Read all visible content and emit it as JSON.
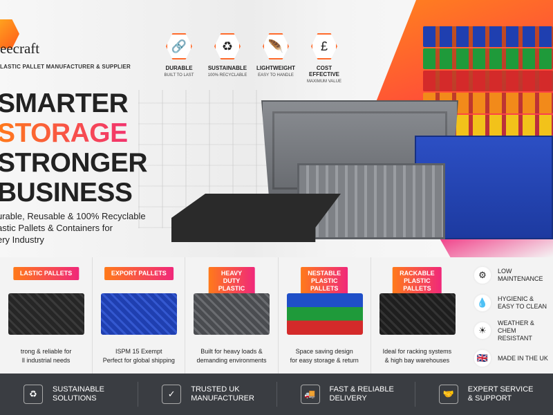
{
  "brand": {
    "name": "eecraft",
    "tagline": "LASTIC PALLET MANUFACTURER & SUPPLIER"
  },
  "features": [
    {
      "title": "DURABLE",
      "subtitle": "BUILT TO LAST",
      "icon": "chain-link-icon",
      "glyph": "🔗"
    },
    {
      "title": "SUSTAINABLE",
      "subtitle": "100% RECYCLABLE",
      "icon": "recycle-icon",
      "glyph": "♻"
    },
    {
      "title": "LIGHTWEIGHT",
      "subtitle": "EASY TO HANDLE",
      "icon": "feather-icon",
      "glyph": "🪶"
    },
    {
      "title": "COST EFFECTIVE",
      "subtitle": "MAXIMUM VALUE",
      "icon": "pound-icon",
      "glyph": "£"
    }
  ],
  "headline": {
    "line1": "SMARTER",
    "line2": "STORAGE",
    "line3": "STRONGER",
    "line4": "BUSINESS"
  },
  "subline": {
    "line1": "urable, Reusable & 100% Recyclable",
    "line2": "astic Pallets & Containers for",
    "line3": "ery Industry"
  },
  "products": [
    {
      "label": "LASTIC PALLETS",
      "desc1": "trong & reliable for",
      "desc2": "ll industrial needs",
      "color": "#262626"
    },
    {
      "label": "EXPORT PALLETS",
      "desc1": "ISPM 15 Exempt",
      "desc2": "Perfect for global shipping",
      "color": "#1f3fb0"
    },
    {
      "label": "HEAVY DUTY\nPLASTIC PALLETS",
      "desc1": "Built for heavy loads &",
      "desc2": "demanding environments",
      "color": "#4a4c50"
    },
    {
      "label": "NESTABLE\nPLASTIC PALLETS",
      "desc1": "Space saving design",
      "desc2": "for easy storage & return",
      "color": "#1f4fc8"
    },
    {
      "label": "RACKABLE\nPLASTIC PALLETS",
      "desc1": "Ideal for racking systems",
      "desc2": "& high bay warehouses",
      "color": "#1e1e1e"
    }
  ],
  "benefits": [
    {
      "text": "LOW\nMAINTENANCE",
      "icon": "gear-icon",
      "glyph": "⚙"
    },
    {
      "text": "HYGIENIC &\nEASY TO CLEAN",
      "icon": "droplet-icon",
      "glyph": "💧"
    },
    {
      "text": "WEATHER & CHEM\nRESISTANT",
      "icon": "sun-icon",
      "glyph": "☀"
    },
    {
      "text": "MADE IN THE UK",
      "icon": "uk-flag-icon",
      "glyph": "🇬🇧"
    }
  ],
  "footer": [
    {
      "text": "SUSTAINABLE\nSOLUTIONS",
      "icon": "recycle-icon",
      "glyph": "♻"
    },
    {
      "text": "TRUSTED UK\nMANUFACTURER",
      "icon": "shield-check-icon",
      "glyph": "✓"
    },
    {
      "text": "FAST & RELIABLE\nDELIVERY",
      "icon": "truck-icon",
      "glyph": "🚚"
    },
    {
      "text": "EXPERT SERVICE\n& SUPPORT",
      "icon": "handshake-icon",
      "glyph": "🤝"
    }
  ],
  "colors": {
    "accent_orange": "#ff7a1a",
    "accent_pink": "#f0287a",
    "footer_bg": "#3a3d42"
  },
  "stack_colors": [
    "#1f3fb0",
    "#1f9a3a",
    "#d42a2a",
    "#f28a1a",
    "#f2c21a",
    "#2a2a2a"
  ]
}
